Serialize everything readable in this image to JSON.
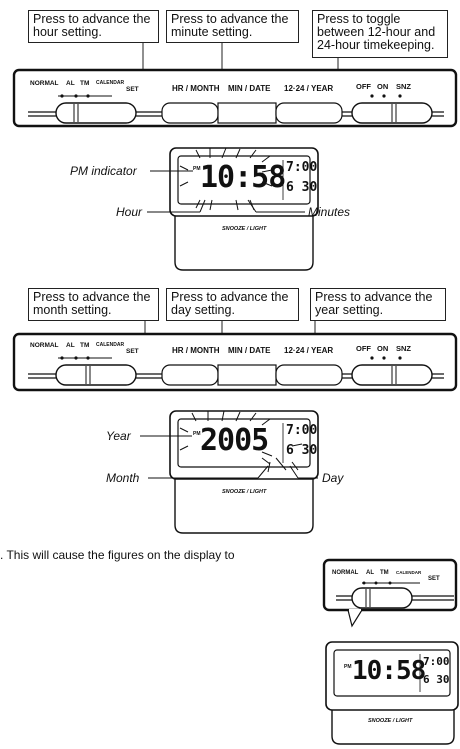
{
  "section1": {
    "callout_hour": "Press to advance the hour setting.",
    "callout_minute": "Press to advance the minute setting.",
    "callout_toggle": "Press to toggle between 12-hour and 24-hour timekeeping.",
    "label_pm": "PM indicator",
    "label_hour": "Hour",
    "label_minutes": "Minutes",
    "display_main": "10:58",
    "display_small_top": "7:00",
    "display_small_bottom": "6 30"
  },
  "section2": {
    "callout_month": "Press to advance the month setting.",
    "callout_day": "Press to advance the day setting.",
    "callout_year": "Press to advance the year setting.",
    "label_year": "Year",
    "label_month": "Month",
    "label_day": "Day",
    "display_main": "2005",
    "display_small_top": "7:00",
    "display_small_bottom": "6 30"
  },
  "section3": {
    "note": ". This will cause the figures on the display to",
    "display_main": "10:58",
    "display_small_top": "7:00",
    "display_small_bottom": "6 30"
  },
  "panel": {
    "normal": "NORMAL",
    "al": "AL",
    "tm": "TM",
    "calendar": "CALENDAR",
    "set": "SET",
    "btn1": "HR / MONTH",
    "btn2": "MIN / DATE",
    "btn3": "12·24 / YEAR",
    "off": "OFF",
    "on": "ON",
    "snz": "SNZ",
    "snooze": "SNOOZE / LIGHT",
    "pm": "PM"
  }
}
